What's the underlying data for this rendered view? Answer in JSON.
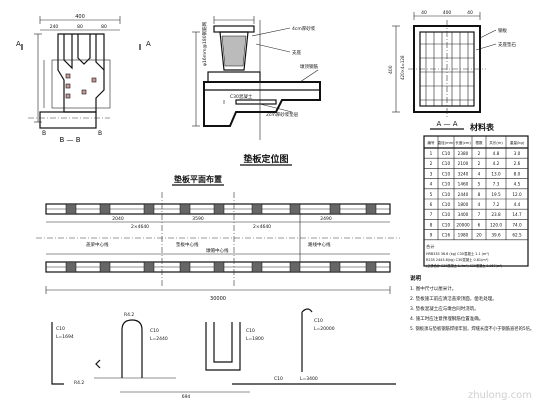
{
  "section_views": {
    "a_a_left_label": "A",
    "a_a_right_label": "A",
    "b_b_label": "B — B",
    "b_top": "B",
    "b_bottom": "B",
    "aa_title": "A — A"
  },
  "titles": {
    "seat_location": "垫板定位图",
    "plan_layout": "垫板平面布置",
    "material_table": "材料表",
    "notes_title": "说明"
  },
  "dims": {
    "top_left": [
      "400",
      "240",
      "80",
      "80"
    ],
    "plan_total": "30000",
    "plan_segments": [
      "2040",
      "2×4640",
      "3590",
      "2×4640",
      "2490"
    ],
    "right_top": [
      "40",
      "400",
      "40"
    ],
    "right_side": [
      "400",
      "420×4=128"
    ]
  },
  "annotations": {
    "a1": "垫板中心线",
    "a2": "墩帽中心线",
    "a3": "盖梁中心线",
    "a4": "钢板",
    "a5": "支座垫石",
    "a6": "φ16mm@180钢筋网",
    "a7": "2cm厚砂浆垫层",
    "a8": "墩顶钢筋",
    "a9": "4cm厚砂浆",
    "a10": "支座",
    "a11": "路线中心线",
    "a12": "C30混凝土"
  },
  "table": {
    "headers": [
      "编号",
      "直径(mm)",
      "长度(cm)",
      "根数",
      "共长(m)",
      "重量(kg)"
    ],
    "rows": [
      [
        "1",
        "C10",
        "2380",
        "2",
        "4.8",
        "3.0"
      ],
      [
        "2",
        "C10",
        "2100",
        "2",
        "4.2",
        "2.6"
      ],
      [
        "3",
        "C10",
        "3240",
        "4",
        "13.0",
        "8.0"
      ],
      [
        "4",
        "C10",
        "1460",
        "5",
        "7.3",
        "4.5"
      ],
      [
        "5",
        "C10",
        "2440",
        "8",
        "19.5",
        "12.0"
      ],
      [
        "6",
        "C10",
        "1800",
        "4",
        "7.2",
        "4.4"
      ],
      [
        "7",
        "C10",
        "3400",
        "7",
        "23.8",
        "14.7"
      ],
      [
        "8",
        "C10",
        "20000",
        "6",
        "120.0",
        "74.0"
      ],
      [
        "9",
        "C16",
        "1980",
        "20",
        "39.6",
        "62.5"
      ]
    ],
    "summary_label": "合计",
    "summary_1": "HRB335 36.6 (kg)  C30混凝土 1.1 (m³)",
    "summary_2": "R235 2443.8(kg) C30混凝土 0.81(m³)",
    "summary_3": "(全桥合计 C30混凝土 1.4m³)  C30混凝土 0.067(m³)"
  },
  "notes": [
    "1. 图中尺寸以厘米计。",
    "2. 垫板施工前应清洁盖梁顶面，凿毛处理。",
    "3. 垫板混凝土应与墩台同时浇筑。",
    "4. 施工时应注意预埋钢筋位置准确。",
    "5. 钢板须与垫板钢筋焊接牢固，焊缝长度不小于钢筋直径的5倍。"
  ],
  "rebar_labels": {
    "r1": "R4.2",
    "r2": "R4.2",
    "r3": "C10",
    "r4": "L=1694",
    "r5": "C10",
    "r6": "L=2440",
    "r7": "C10",
    "r8": "L=1800",
    "r9": "C10",
    "r10": "L=3400",
    "r11": "C10",
    "r12": "L=20000",
    "r13": "694"
  },
  "watermark": "zhulong.com"
}
